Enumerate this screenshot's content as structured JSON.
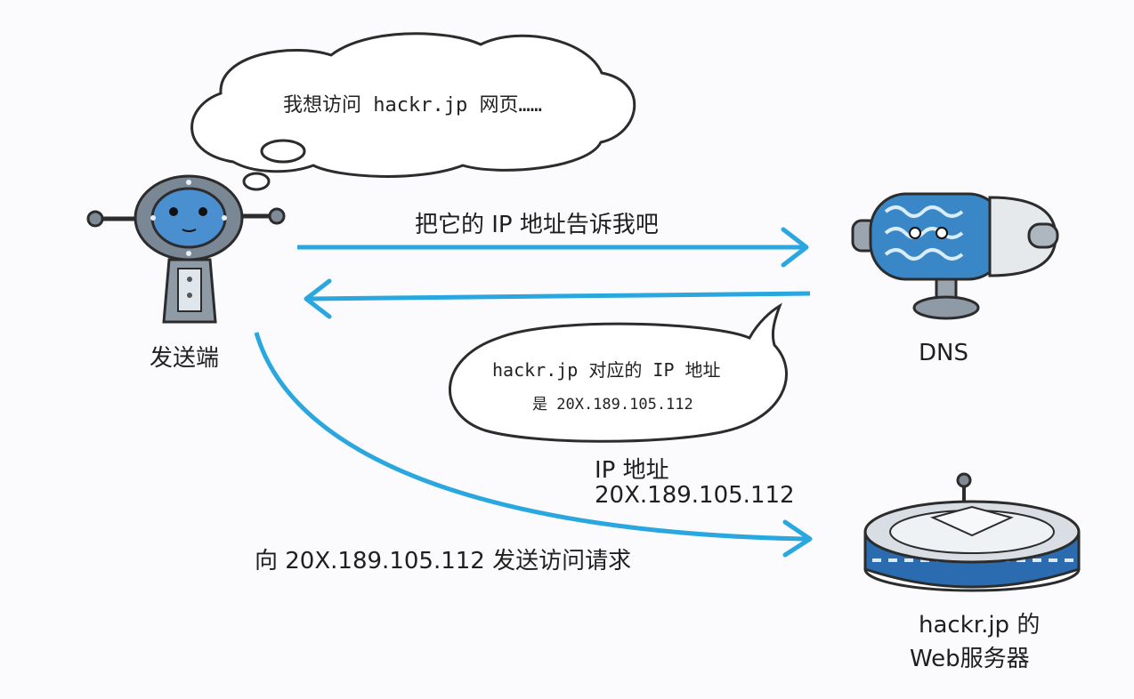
{
  "thought_bubble": {
    "text": "我想访问 hackr.jp 网页……"
  },
  "sender": {
    "label": "发送端"
  },
  "dns": {
    "label": "DNS"
  },
  "arrow_request": {
    "text": "把它的 IP 地址告诉我吧"
  },
  "dns_reply": {
    "line1": "hackr.jp 对应的 IP 地址",
    "line2": "是 20X.189.105.112"
  },
  "ip_info": {
    "line1": "IP 地址",
    "line2": "20X.189.105.112"
  },
  "access_request": {
    "text": "向 20X.189.105.112 发送访问请求"
  },
  "web_server": {
    "line1": "hackr.jp 的",
    "line2": "Web服务器"
  },
  "colors": {
    "arrow": "#2aa7df",
    "robot_blue": "#4a8fd0",
    "metal": "#8e9aa6",
    "outline": "#2c2c2c"
  }
}
